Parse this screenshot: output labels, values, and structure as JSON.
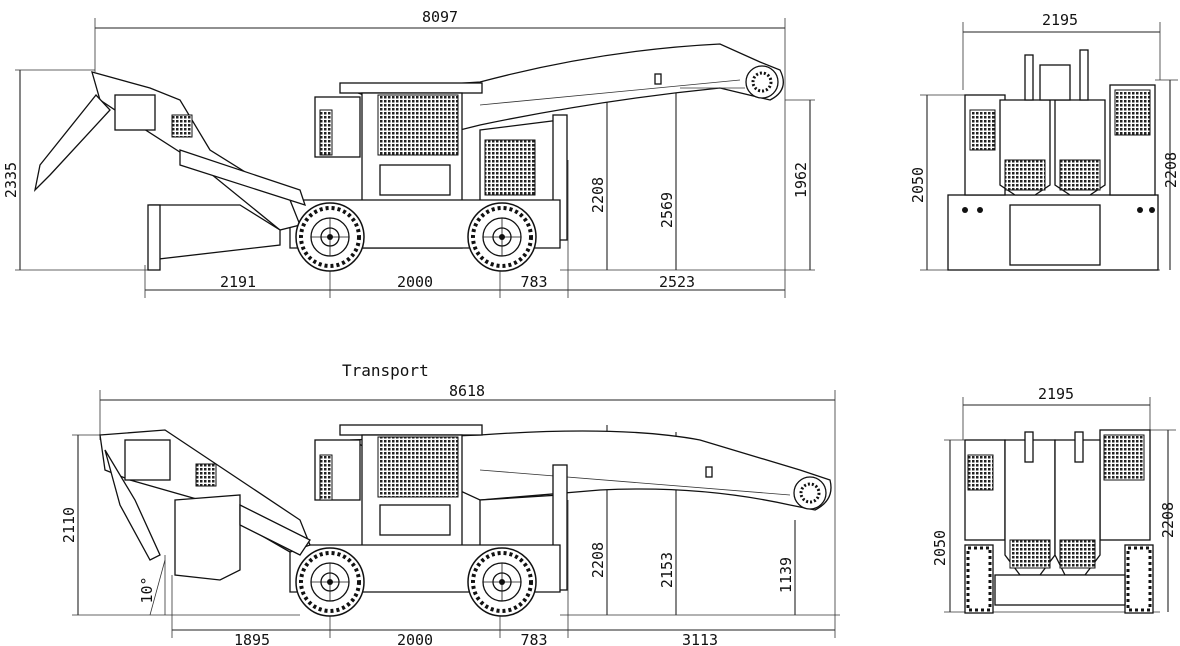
{
  "transport_label": "Transport",
  "top_view": {
    "overall_length": "8097",
    "height_left": "2335",
    "seg1": "2191",
    "seg2": "2000",
    "seg3": "783",
    "seg4": "2523",
    "h_cab": "2208",
    "h_conv": "2569",
    "h_discharge": "1962"
  },
  "top_front": {
    "width": "2195",
    "height_left": "2050",
    "height_right": "2208"
  },
  "bottom_view": {
    "overall_length": "8618",
    "height_left": "2110",
    "angle": "10°",
    "seg1": "1895",
    "seg2": "2000",
    "seg3": "783",
    "seg4": "3113",
    "h_cab": "2208",
    "h_conv": "2153",
    "h_discharge": "1139"
  },
  "bottom_front": {
    "width": "2195",
    "height_left": "2050",
    "height_right": "2208"
  }
}
